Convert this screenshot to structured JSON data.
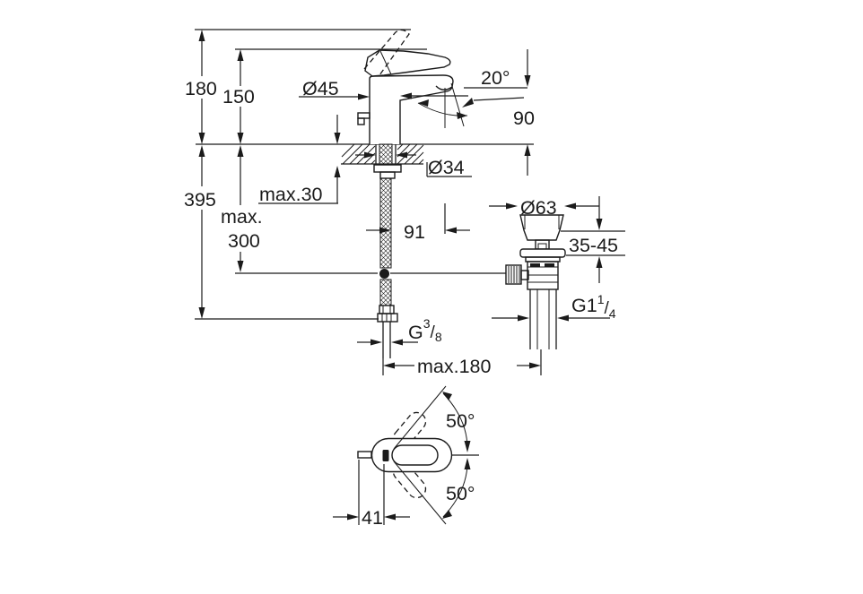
{
  "drawing": {
    "colors": {
      "line": "#1b1b1b",
      "background": "#ffffff"
    },
    "dims": {
      "total_height": "180",
      "spout_top_height": "150",
      "body_diameter": "Ø45",
      "spout_angle": "20°",
      "outlet_height": "90",
      "hole_diameter": "Ø34",
      "deck_thickness_max": "max.30",
      "depth_below_deck": "395",
      "rod_max_line1": "max.",
      "rod_max_line2": "300",
      "spout_projection": "91",
      "drain_flange_diameter": "Ø63",
      "clamping_range": "35-45",
      "drain_thread": {
        "main": "G1",
        "sup": "1",
        "slash": "/",
        "sub": "4"
      },
      "supply_thread": {
        "main": "G",
        "sup": "3",
        "slash": "/",
        "sub": "8"
      },
      "center_distance_max": "max.180",
      "swivel_angle_upper": "50°",
      "swivel_angle_lower": "50°",
      "handle_offset": "41"
    }
  }
}
